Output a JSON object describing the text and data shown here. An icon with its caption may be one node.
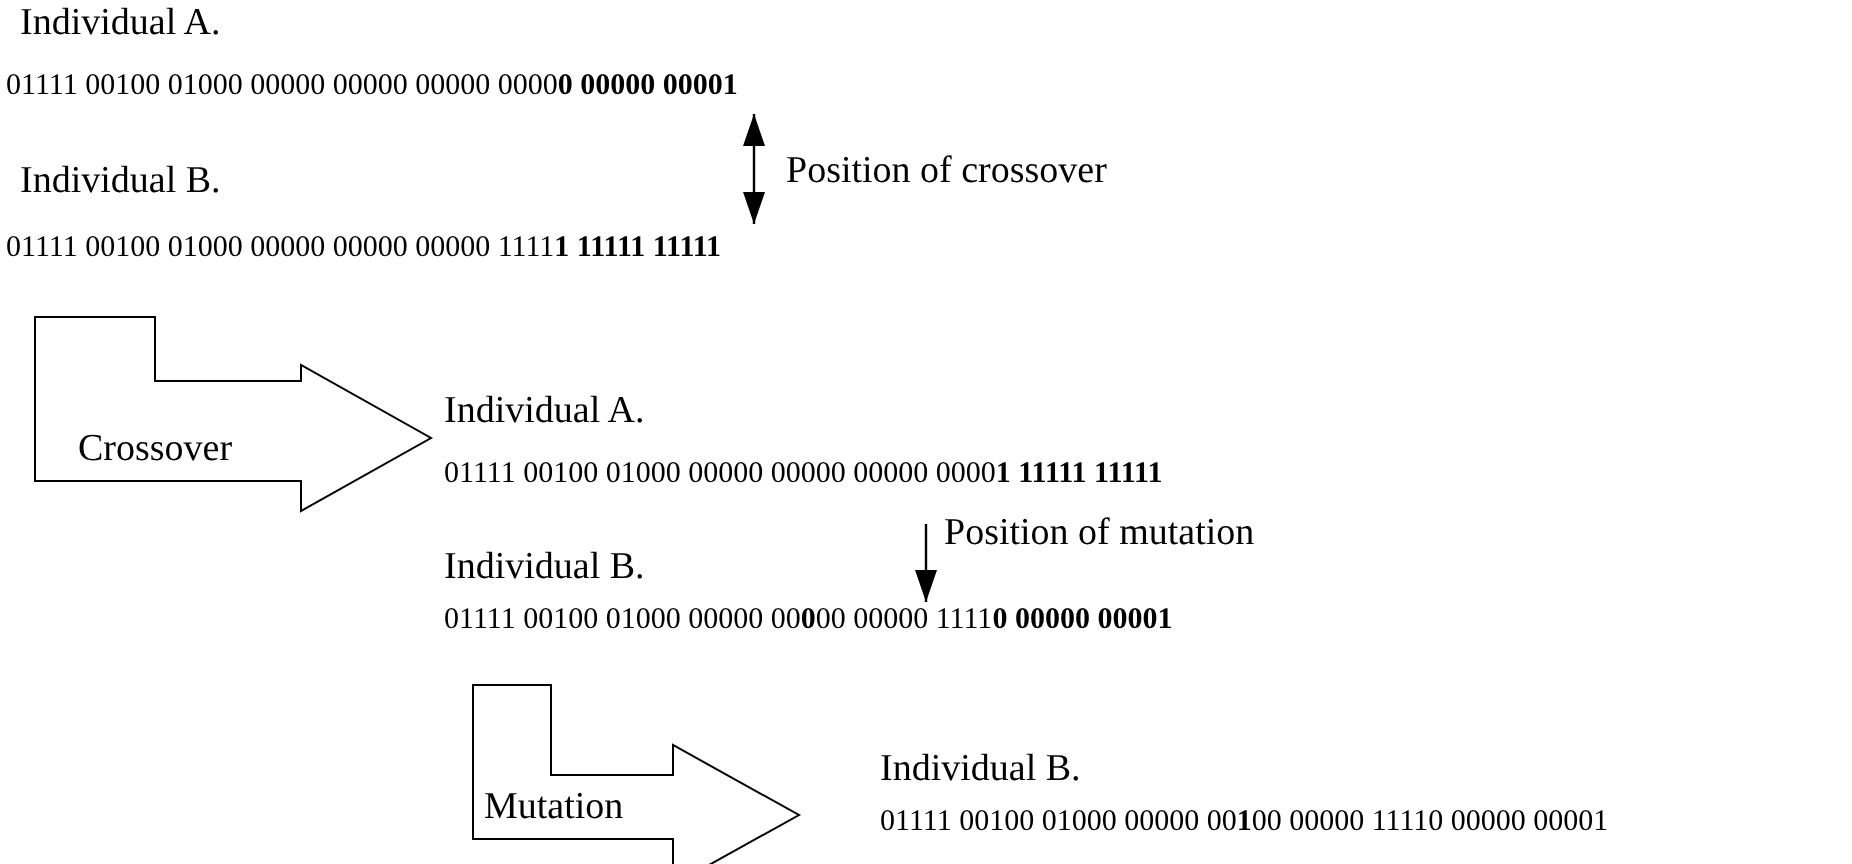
{
  "diagram": {
    "nodes": [
      {
        "text": [
          "Crossover"
        ]
      },
      {
        "text": [
          "Mutation"
        ]
      }
    ],
    "edges": [],
    "labels": [
      "Individual A.",
      "01111 00100 01000 00000 00000 00000 0000**0 00000 00001**",
      "Position of crossover",
      "Individual B.",
      "01111 00100 01000 00000 00000 00000 1111**1 11111 11111**",
      "Individual A.",
      "01111 00100 01000 00000 00000 00000 0000**1 11111 11111**",
      "Position of mutation",
      "Individual B.",
      "01111 00100 01000 00000 00**0**00 00000 1111**0 00000 00001**",
      "Individual B.",
      "01111 00100 01000 00000 00**1**00 00000 11110 00000 00001"
    ]
  }
}
